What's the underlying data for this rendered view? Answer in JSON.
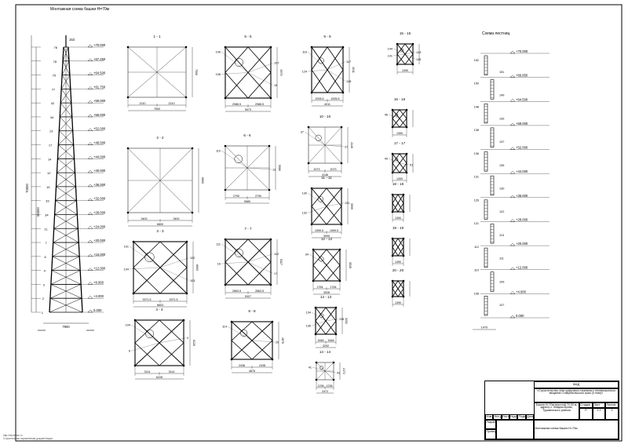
{
  "drawing": {
    "title": "Монтажная схема башни Н=70м",
    "ladder_title": "Схема лестниц"
  },
  "tower": {
    "top_mark": "153",
    "levels": [
      "+70.000",
      "+67.250",
      "+64.500",
      "+61.750",
      "+59.000",
      "+56.000",
      "+52.000",
      "+48.000",
      "+44.000",
      "+40.000",
      "+36.000",
      "+32.000",
      "+28.000",
      "+24.000",
      "+20.000",
      "+16.000",
      "+12.000",
      "+8.000",
      "+4.000",
      "0.000"
    ],
    "total_height": "70000",
    "section_height": "66000",
    "base_width": "7900",
    "node_labels": [
      "76",
      "78",
      "75",
      "77",
      "42",
      "44",
      "13",
      "17",
      "14",
      "12",
      "19",
      "33",
      "34",
      "11",
      "7",
      "6",
      "4",
      "3",
      "2",
      "1"
    ]
  },
  "sections": [
    {
      "id": "s1",
      "label": "1 - 1",
      "dims": [
        "2210",
        "2210",
        "7500"
      ]
    },
    {
      "id": "s2",
      "label": "2 - 2",
      "dims": [
        "3400",
        "3400",
        "6800"
      ]
    },
    {
      "id": "s3",
      "label": "3 - 3",
      "dims": [
        "3371.5",
        "3371.5",
        "6603"
      ],
      "marks": [
        "101",
        "102",
        "104",
        "103"
      ]
    },
    {
      "id": "s4",
      "label": "4 - 4",
      "dims": [
        "3114",
        "3114",
        "6228"
      ],
      "marks": [
        "104",
        "4",
        "6"
      ]
    },
    {
      "id": "s5",
      "label": "5 - 5",
      "dims": [
        "2986.5",
        "2986.5",
        "5973"
      ],
      "marks": [
        "106",
        "107",
        "108",
        "15"
      ]
    },
    {
      "id": "s6",
      "label": "6 - 6",
      "dims": [
        "2790",
        "2790",
        "5580"
      ],
      "marks": [
        "110",
        "13"
      ]
    },
    {
      "id": "s7",
      "label": "7 - 7",
      "dims": [
        "2663.5",
        "2663.5",
        "5327"
      ],
      "marks": [
        "111",
        "112",
        "16",
        "17"
      ]
    },
    {
      "id": "s8",
      "label": "8 - 8",
      "dims": [
        "2438",
        "2438",
        "4876"
      ],
      "marks": [
        "114",
        "20"
      ]
    },
    {
      "id": "s9",
      "label": "9 - 9",
      "dims": [
        "2005.5",
        "2005.5",
        "4011"
      ],
      "marks": [
        "116",
        "117",
        "124",
        "118"
      ]
    },
    {
      "id": "s10",
      "label": "10 - 10",
      "dims": [
        "2073",
        "2073",
        "4146"
      ],
      "marks": [
        "37",
        "27"
      ]
    },
    {
      "id": "s11",
      "label": "11 - 11",
      "dims": [
        "1999.5",
        "1999.5",
        "3999"
      ],
      "marks": [
        "130",
        "131",
        "132"
      ]
    },
    {
      "id": "s12",
      "label": "12 - 12",
      "dims": [
        "1764",
        "1764",
        "3528"
      ],
      "marks": [
        "34"
      ]
    },
    {
      "id": "s13",
      "label": "13 - 13",
      "dims": [
        "1646",
        "1646",
        "3292"
      ],
      "marks": [
        "134",
        "135",
        "136"
      ]
    },
    {
      "id": "s14",
      "label": "14 - 14",
      "dims": [
        "1236",
        "1236",
        "2472"
      ],
      "marks": [
        "41",
        "43"
      ]
    },
    {
      "id": "s15",
      "label": "15 - 15",
      "dims": [
        "1390"
      ],
      "marks": [
        "144",
        "143",
        "141",
        "145"
      ]
    },
    {
      "id": "s16",
      "label": "16 - 16",
      "dims": [
        "1390"
      ],
      "marks": [
        "46"
      ]
    },
    {
      "id": "s17",
      "label": "17 - 17",
      "dims": [
        "1390"
      ],
      "marks": [
        "49",
        "51"
      ]
    },
    {
      "id": "s18",
      "label": "18 - 18",
      "dims": [
        "1390"
      ],
      "marks": []
    },
    {
      "id": "s19",
      "label": "19 - 19",
      "dims": [
        "1390"
      ],
      "marks": []
    },
    {
      "id": "s20",
      "label": "20 - 20",
      "dims": [
        "1390"
      ],
      "marks": []
    }
  ],
  "ladder": {
    "levels": [
      "+70.000",
      "+66.850",
      "+64.500",
      "+59.000",
      "+52.000",
      "+44.000",
      "+36.000",
      "+28.000",
      "+20.000",
      "+12.000",
      "+4.000",
      "0.000"
    ],
    "marks": [
      "152",
      "151",
      "150",
      "149",
      "148",
      "139",
      "138",
      "137",
      "136",
      "135",
      "131",
      "130",
      "126",
      "122",
      "121",
      "113",
      "112",
      "111",
      "110",
      "109",
      "108",
      "107"
    ],
    "span": "1470"
  },
  "titleblock": {
    "code": "КМД",
    "project": "«Строительство сети цифрового наземного телевизионного вещания Ставропольского края (II этап)»",
    "object": "Башня Н=70м высотой 70.00 м, адресу с. Левдом-Бунак, Туркменского района",
    "stage_header": "Стадия",
    "sheet_header": "Лист",
    "sheets_header": "Листов",
    "stage": "Р",
    "sheet": "2.1",
    "sheets": "2",
    "sheet_title": "Монтажная схема башни Н=70м",
    "people": [
      "Разраб.",
      "Проверил"
    ],
    "cols": [
      "Изм.",
      "Кол.уч",
      "Лист",
      "№док.",
      "Подп.",
      "Дата"
    ]
  },
  "watermark": [
    "http://stroibase.ru",
    "Строительная нормативная документация"
  ]
}
